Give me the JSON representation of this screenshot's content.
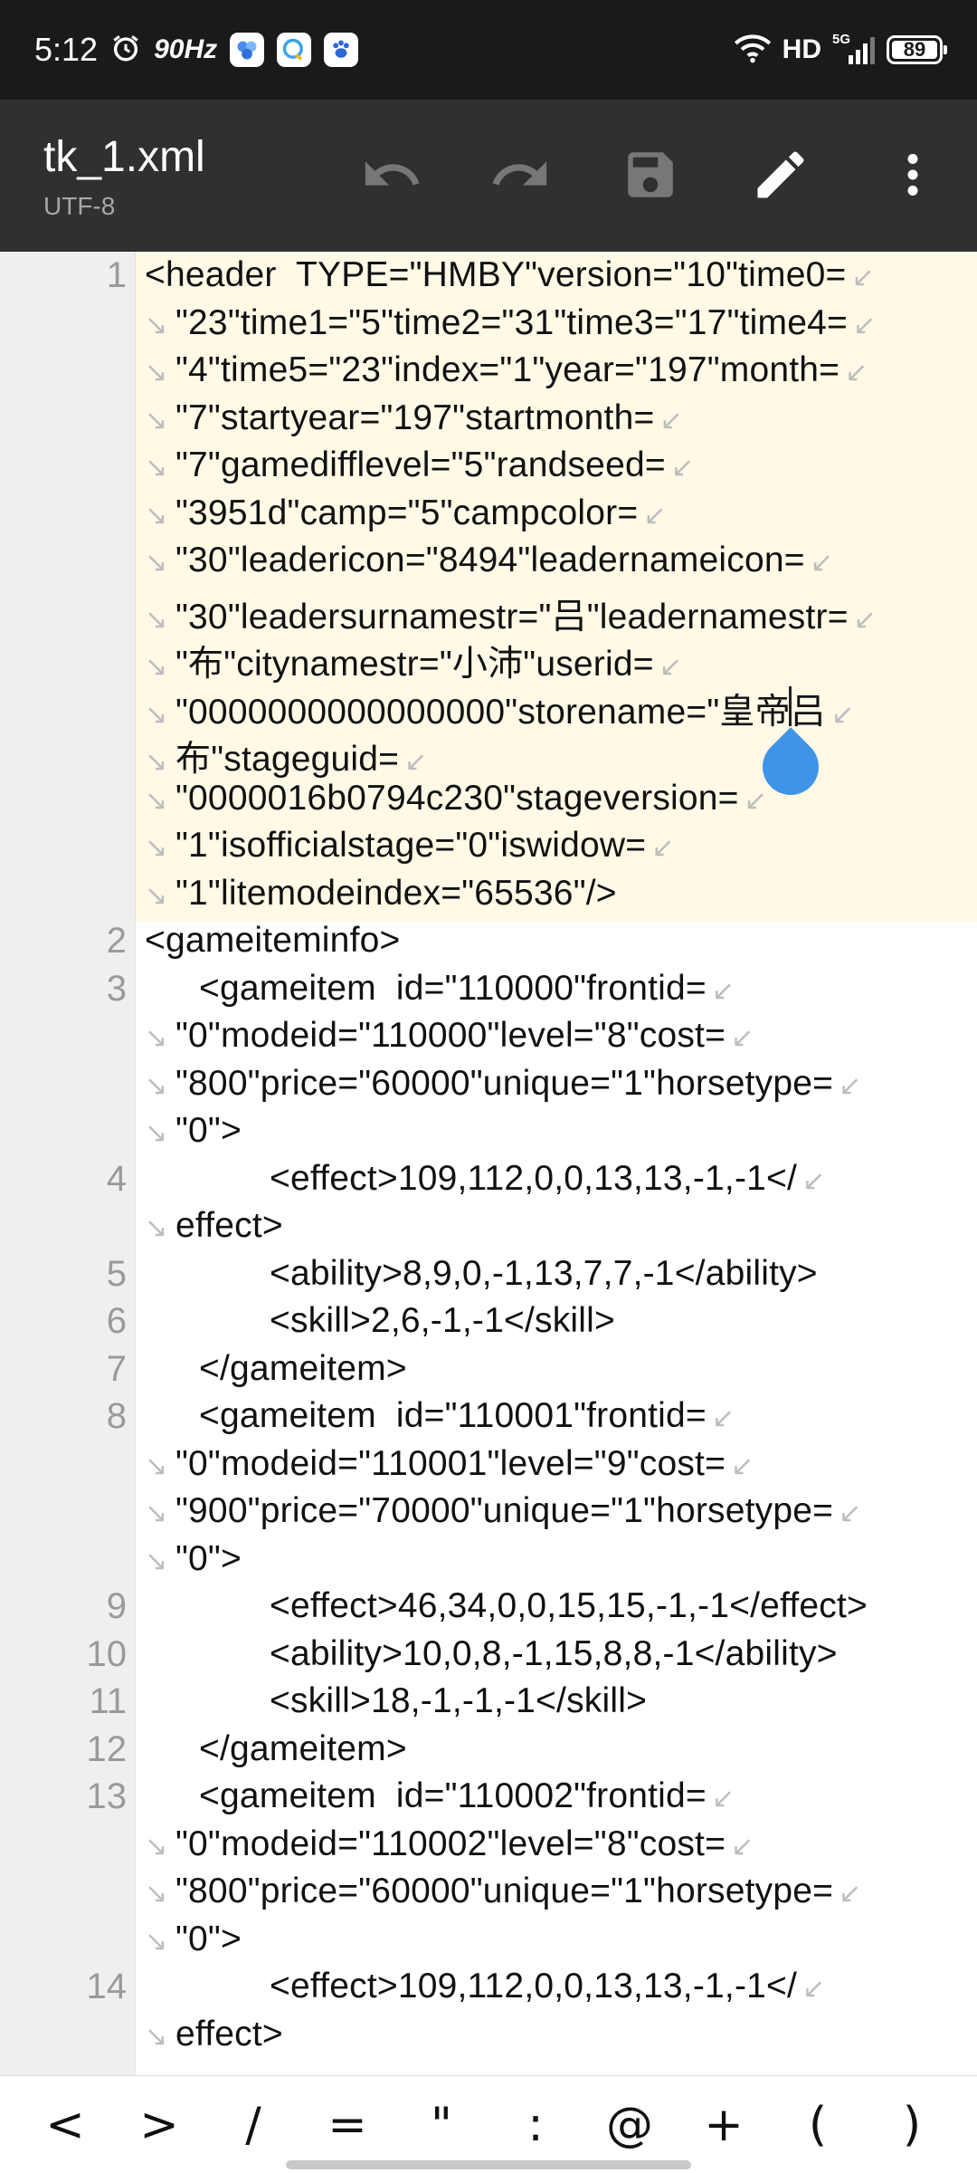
{
  "status_bar": {
    "time": "5:12",
    "refresh_rate": "90Hz",
    "network": "HD",
    "signal": "5G",
    "battery_level": "89"
  },
  "toolbar": {
    "file_name": "tk_1.xml",
    "encoding": "UTF-8",
    "buttons": [
      "undo-icon",
      "redo-icon",
      "save-icon",
      "edit-icon",
      "more-icon"
    ]
  },
  "editor": {
    "lines": [
      {
        "n": "1",
        "indent": 0,
        "segments": [
          "<header  TYPE=\"HMBY\"version=\"10\"time0=",
          "\"23\"time1=\"5\"time2=\"31\"time3=\"17\"time4=",
          "\"4\"time5=\"23\"index=\"1\"year=\"197\"month=",
          "\"7\"startyear=\"197\"startmonth=",
          "\"7\"gamedifflevel=\"5\"randseed=",
          "\"3951d\"camp=\"5\"campcolor=",
          "\"30\"leadericon=\"8494\"leadernameicon=",
          "\"30\"leadersurnamestr=\"吕\"leadernamestr=",
          "\"布\"citynamestr=\"小沛\"userid=",
          "\"0000000000000000\"storename=\"皇帝吕",
          "布\"stageguid=",
          "\"0000016b0794c230\"stageversion=",
          "\"1\"isofficialstage=\"0\"iswidow=",
          "\"1\"litemodeindex=\"65536\"/>"
        ]
      },
      {
        "n": "2",
        "indent": 0,
        "segments": [
          "<gameiteminfo>"
        ]
      },
      {
        "n": "3",
        "indent": 1,
        "segments": [
          "<gameitem  id=\"110000\"frontid=",
          "\"0\"modeid=\"110000\"level=\"8\"cost=",
          "\"800\"price=\"60000\"unique=\"1\"horsetype=",
          "\"0\">"
        ]
      },
      {
        "n": "4",
        "indent": 2,
        "segments": [
          "<effect>109,112,0,0,13,13,-1,-1</",
          "effect>"
        ]
      },
      {
        "n": "5",
        "indent": 2,
        "segments": [
          "<ability>8,9,0,-1,13,7,7,-1</ability>"
        ]
      },
      {
        "n": "6",
        "indent": 2,
        "segments": [
          "<skill>2,6,-1,-1</skill>"
        ]
      },
      {
        "n": "7",
        "indent": 1,
        "segments": [
          "</gameitem>"
        ]
      },
      {
        "n": "8",
        "indent": 1,
        "segments": [
          "<gameitem  id=\"110001\"frontid=",
          "\"0\"modeid=\"110001\"level=\"9\"cost=",
          "\"900\"price=\"70000\"unique=\"1\"horsetype=",
          "\"0\">"
        ]
      },
      {
        "n": "9",
        "indent": 2,
        "segments": [
          "<effect>46,34,0,0,15,15,-1,-1</effect>"
        ]
      },
      {
        "n": "10",
        "indent": 2,
        "segments": [
          "<ability>10,0,8,-1,15,8,8,-1</ability>"
        ]
      },
      {
        "n": "11",
        "indent": 2,
        "segments": [
          "<skill>18,-1,-1,-1</skill>"
        ]
      },
      {
        "n": "12",
        "indent": 1,
        "segments": [
          "</gameitem>"
        ]
      },
      {
        "n": "13",
        "indent": 1,
        "segments": [
          "<gameitem  id=\"110002\"frontid=",
          "\"0\"modeid=\"110002\"level=\"8\"cost=",
          "\"800\"price=\"60000\"unique=\"1\"horsetype=",
          "\"0\">"
        ]
      },
      {
        "n": "14",
        "indent": 2,
        "segments": [
          "<effect>109,112,0,0,13,13,-1,-1</",
          "effect>"
        ]
      }
    ]
  },
  "symbol_bar": {
    "keys": [
      "<",
      ">",
      "/",
      "=",
      "\"",
      ":",
      "@",
      "+",
      "(",
      ")"
    ]
  }
}
